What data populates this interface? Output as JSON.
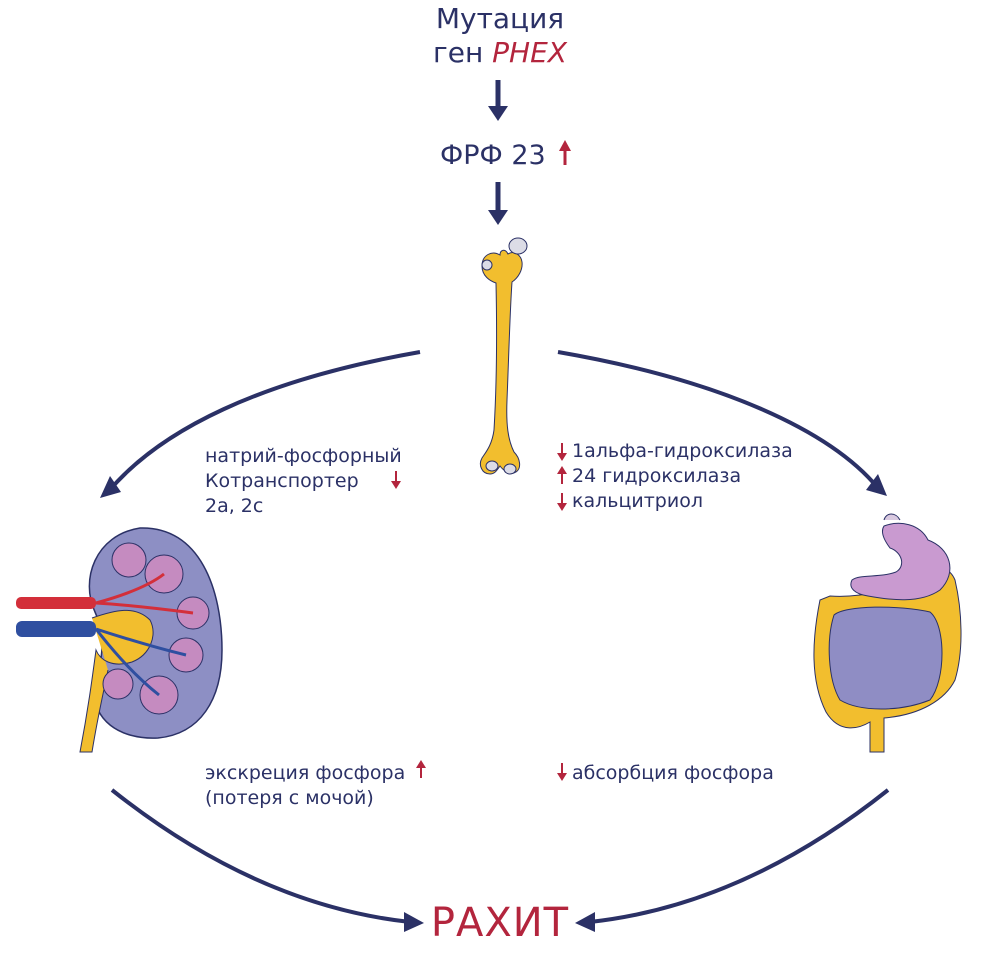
{
  "header": {
    "line1": "Мутация",
    "line2_prefix": "ген ",
    "gene": "PHEX"
  },
  "fgf": {
    "label": "ФРФ 23"
  },
  "left_notes": {
    "line1": "натрий-фосфорный",
    "line2": "Котранспортер",
    "line3": "2а, 2с"
  },
  "right_notes": {
    "line1": "1альфа-гидроксилаза",
    "line2": "24 гидроксилаза",
    "line3": "кальцитриол"
  },
  "bottom_left": {
    "line1": "экскреция фосфора",
    "line2": "(потеря с мочой)"
  },
  "bottom_right": {
    "line1": "абсорбция фосфора"
  },
  "outcome": {
    "label": "РАХИТ"
  },
  "colors": {
    "navy": "#2b3166",
    "red": "#b3253d",
    "bone": "#f2be2e",
    "kidney": "#8d8fc4",
    "calyx": "#c58bc0",
    "stomach": "#c99ad0",
    "intestine": "#8f8dc4"
  }
}
